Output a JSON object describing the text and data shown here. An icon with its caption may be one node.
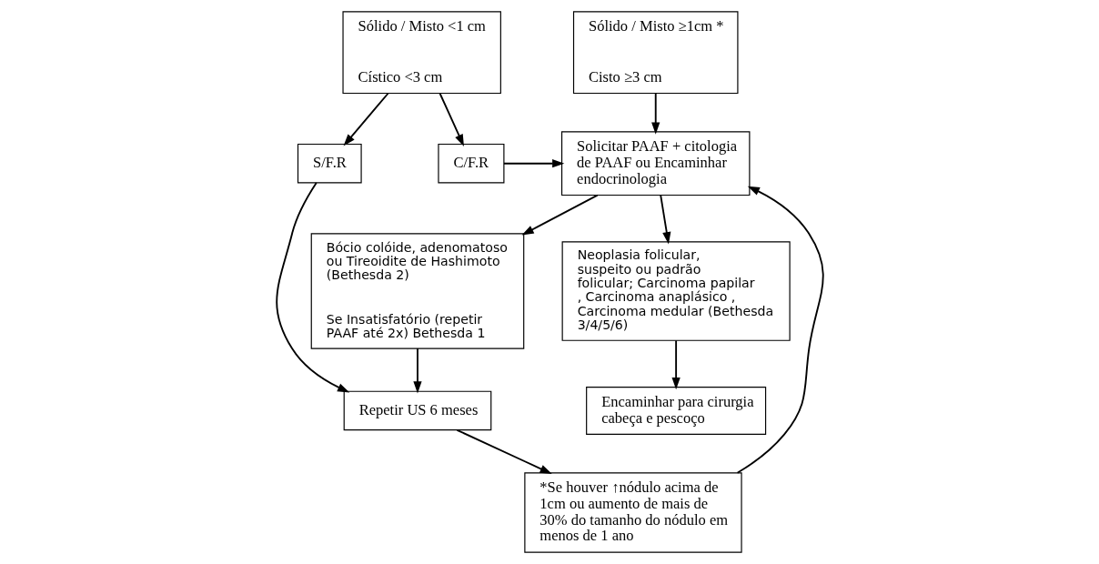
{
  "diagram": {
    "nodes": [
      {
        "text": [
          "Sólido / Misto <1 cm",
          "Cístico <3 cm"
        ]
      },
      {
        "text": [
          "Sólido / Misto ≥1cm *",
          "Cisto ≥3 cm"
        ]
      },
      {
        "text": [
          "S/F.R"
        ]
      },
      {
        "text": [
          "C/F.R"
        ]
      },
      {
        "text": [
          "Solicitar PAAF + citologia de PAAF ou Encaminhar endocrinologia"
        ]
      },
      {
        "text": [
          "Repetir US 6 meses"
        ]
      },
      {
        "text": [
          "*Se houver ↑nódulo acima de 1cm ou aumento de mais de 30% do tamanho do nódulo em menos de 1 ano"
        ]
      },
      {
        "text": [
          "Bócio colóide, adenomatoso ou Tireoidite de Hashimoto (Bethesda 2)",
          "Se Insatisfatório (repetir PAAF até 2x) Bethesda 1"
        ]
      },
      {
        "text": [
          "Neoplasia folicular, suspeito ou padrão folicular; Carcinoma papilar , Carcinoma anaplásico , Carcinoma medular (Bethesda 3/4/5/6)"
        ]
      },
      {
        "text": [
          "Encaminhar para cirurgia cabeça e pescoço"
        ]
      }
    ],
    "edges": [
      {
        "from": 0,
        "to": 2,
        "arrow": "to"
      },
      {
        "from": 0,
        "to": 3,
        "arrow": "to"
      },
      {
        "from": 1,
        "to": 4,
        "arrow": "to"
      },
      {
        "from": 3,
        "to": 4,
        "arrow": "to"
      },
      {
        "from": 2,
        "to": 5,
        "arrow": "to"
      },
      {
        "from": 5,
        "to": 6,
        "arrow": "to"
      },
      {
        "from": 6,
        "to": 4,
        "arrow": "to"
      },
      {
        "from": 4,
        "to": 7,
        "arrow": "to"
      },
      {
        "from": 4,
        "to": 8,
        "arrow": "to"
      },
      {
        "from": 7,
        "to": 5,
        "arrow": "to"
      },
      {
        "from": 8,
        "to": 9,
        "arrow": "to"
      }
    ]
  }
}
